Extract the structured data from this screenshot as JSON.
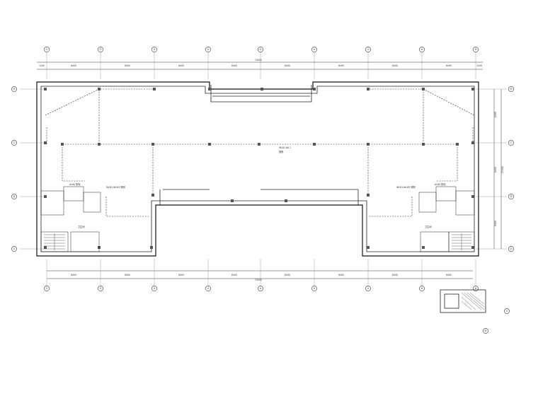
{
  "axes_top": [
    "①",
    "②",
    "③",
    "④",
    "⑤",
    "⑥",
    "⑦",
    "⑧",
    "⑨"
  ],
  "axes_left": [
    "Ⓓ",
    "Ⓒ",
    "Ⓑ",
    "Ⓐ"
  ],
  "axes_right": [
    "Ⓓ",
    "Ⓒ",
    "Ⓑ",
    "Ⓐ"
  ],
  "dims_top": [
    "1200",
    "8400",
    "8400",
    "8400",
    "8400",
    "8400",
    "8400",
    "8400",
    "8400",
    "1200"
  ],
  "overall_top": "70000",
  "dims_bottom": [
    "8400",
    "8400",
    "8400",
    "8400",
    "8400",
    "8400",
    "8400",
    "8400"
  ],
  "overall_bottom": "70000",
  "dims_right": [
    "8400",
    "8400",
    "8400"
  ],
  "overall_right": "27400",
  "callouts": {
    "left_panel": "ALB4 配电",
    "left_panel_note": "WLB1-WLB5 照明",
    "right_panel": "ALB4 配电",
    "right_panel_note": "WLB1-WLB5 照明",
    "center_note": "WLB1-WL7",
    "center_sub": "照明",
    "left_room_a": "卫生间",
    "right_room_a": "卫生间"
  },
  "detail_bubbles": [
    "Ⓐ",
    "Ⓑ"
  ]
}
